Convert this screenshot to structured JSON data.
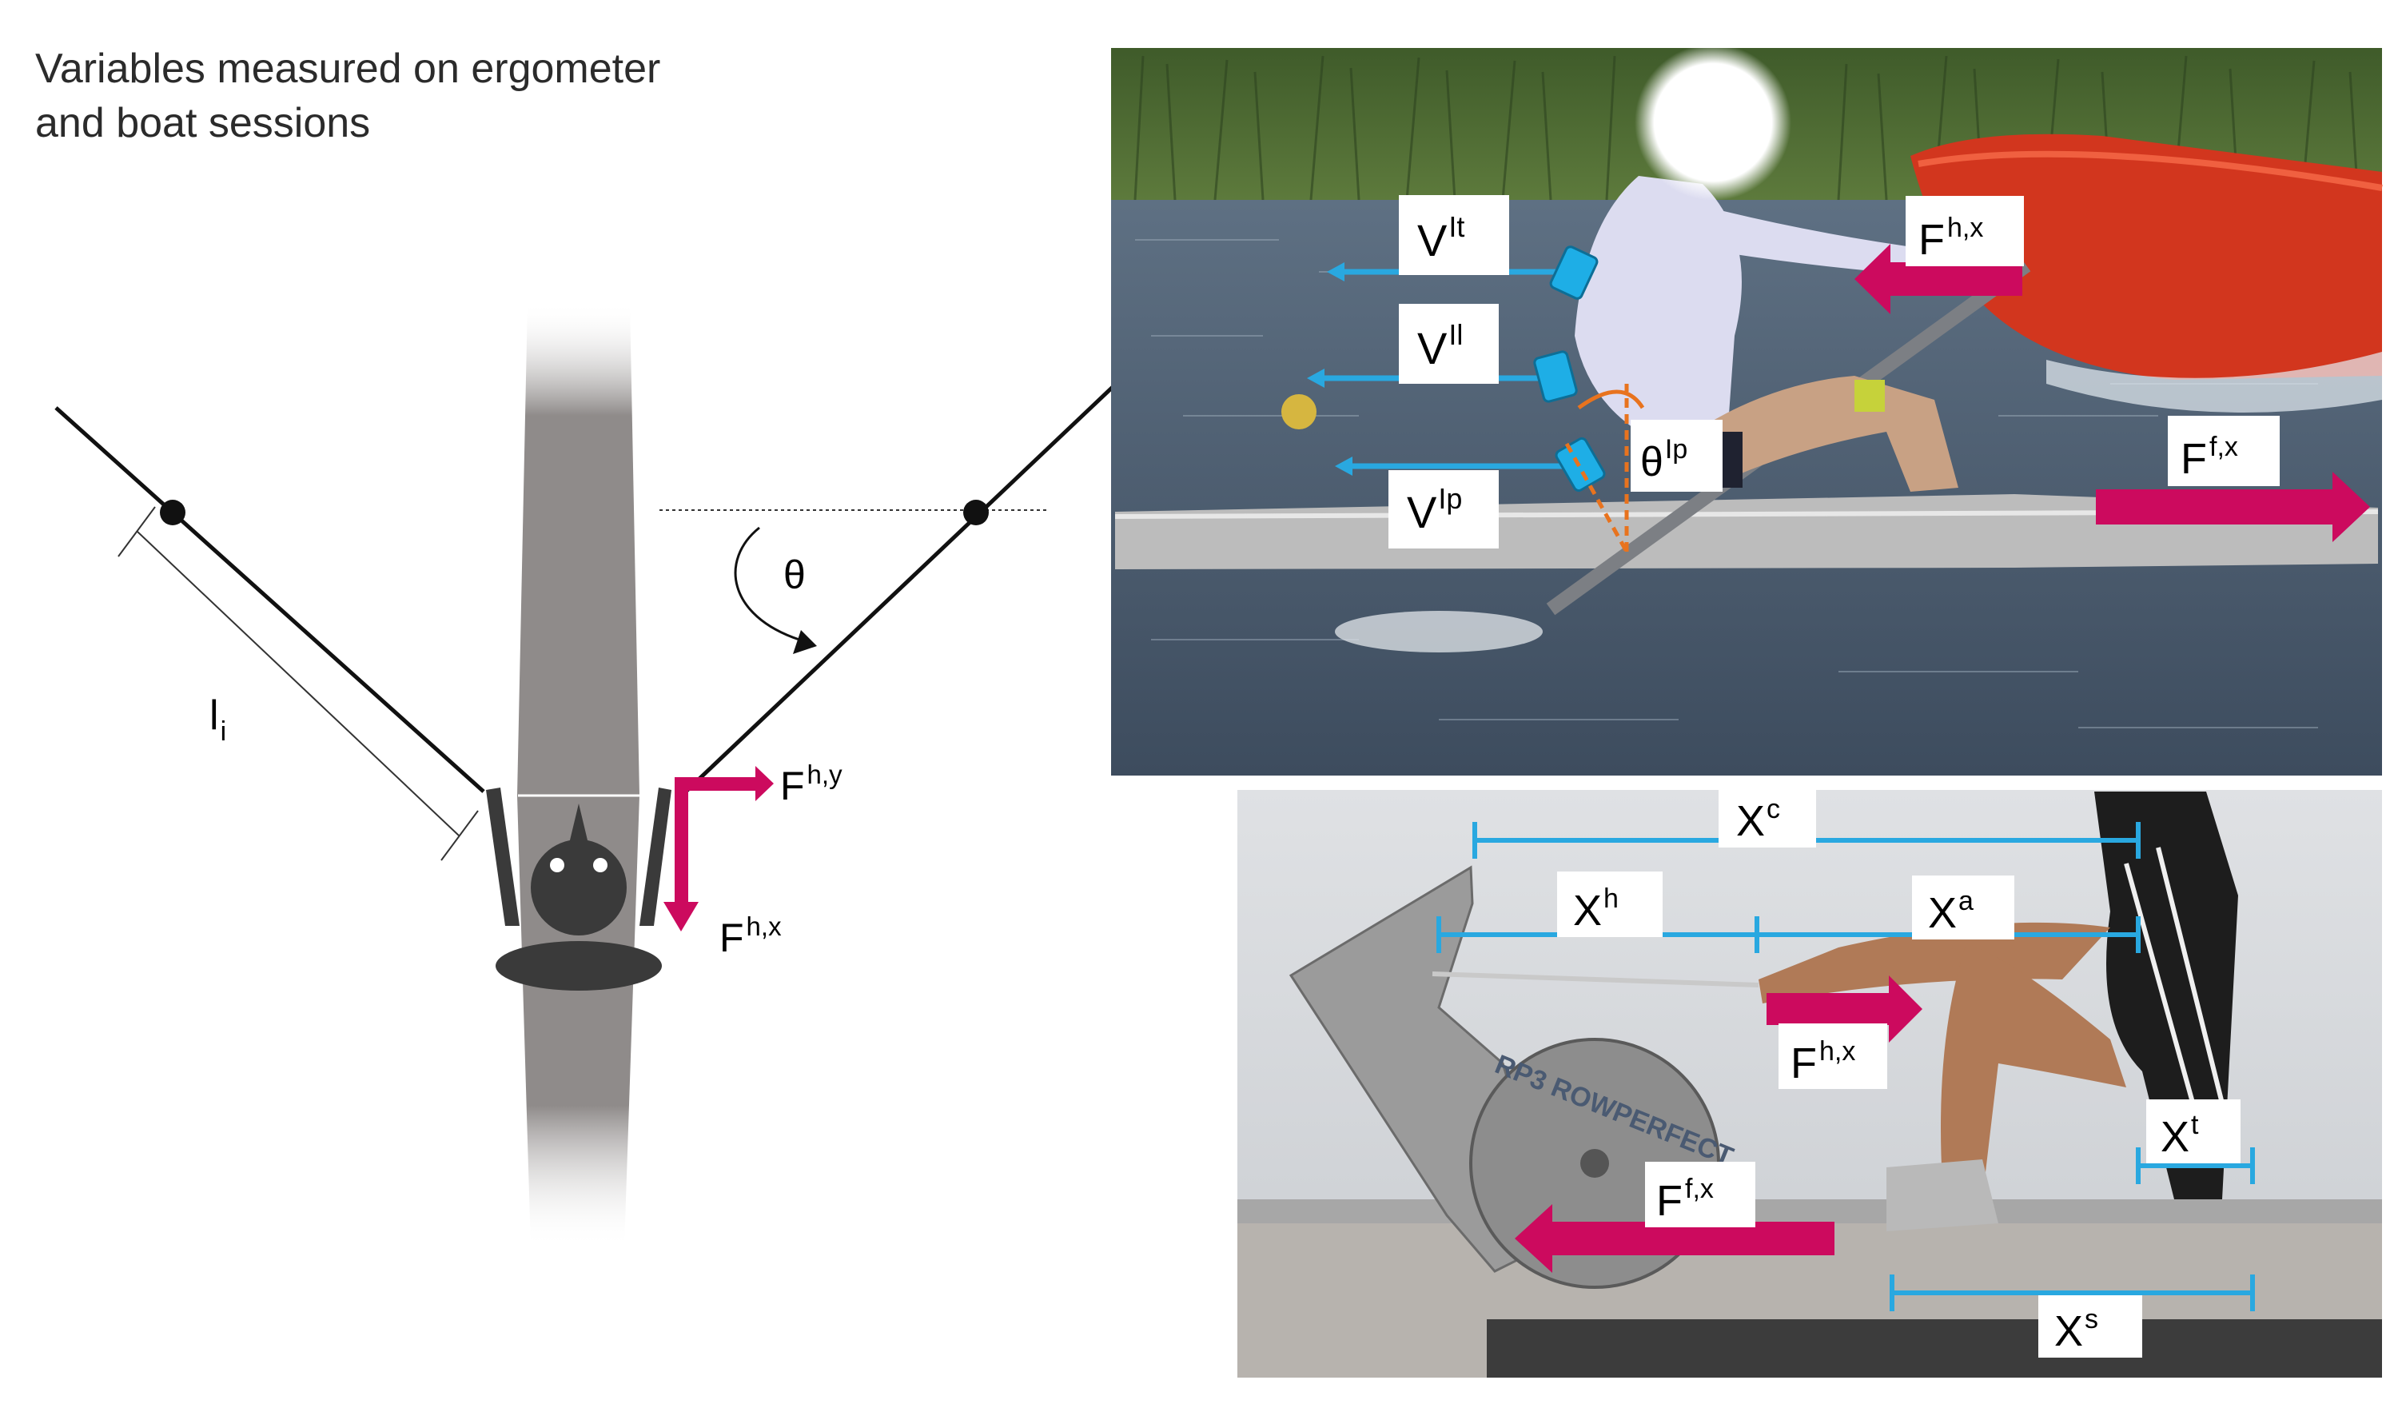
{
  "title": {
    "line1": "Variables measured on ergometer",
    "line2": "and boat sessions"
  },
  "colors": {
    "force_arrow": "#cc0a5e",
    "kinematic_line": "#29a8e0",
    "sensor_block": "#1eaee6",
    "angle_marker": "#e8731e",
    "hull": "#8f8b8a",
    "rower_body": "#3a3a3a",
    "oar": "#111111"
  },
  "schematic": {
    "oar_length": {
      "base": "l",
      "sub": "i"
    },
    "oar_angle": {
      "base": "θ"
    },
    "handle_force_y": {
      "base": "F",
      "sup": "h,y"
    },
    "handle_force_x": {
      "base": "F",
      "sup": "h,x"
    }
  },
  "boat_photo": {
    "v_trunk": {
      "base": "V",
      "sup": "It"
    },
    "v_lumbar": {
      "base": "V",
      "sup": "Il"
    },
    "v_pelvis": {
      "base": "V",
      "sup": "Ip"
    },
    "pelvis_angle": {
      "base": "θ",
      "sup": "Ip"
    },
    "handle_force": {
      "base": "F",
      "sup": "h,x"
    },
    "foot_force": {
      "base": "F",
      "sup": "f,x"
    }
  },
  "ergo_photo": {
    "brand_text": "RP3 ROWPERFECT",
    "x_c": {
      "base": "X",
      "sup": "c"
    },
    "x_h": {
      "base": "X",
      "sup": "h"
    },
    "x_a": {
      "base": "X",
      "sup": "a"
    },
    "x_t": {
      "base": "X",
      "sup": "t"
    },
    "x_s": {
      "base": "X",
      "sup": "s"
    },
    "handle_force": {
      "base": "F",
      "sup": "h,x"
    },
    "foot_force": {
      "base": "F",
      "sup": "f,x"
    }
  }
}
